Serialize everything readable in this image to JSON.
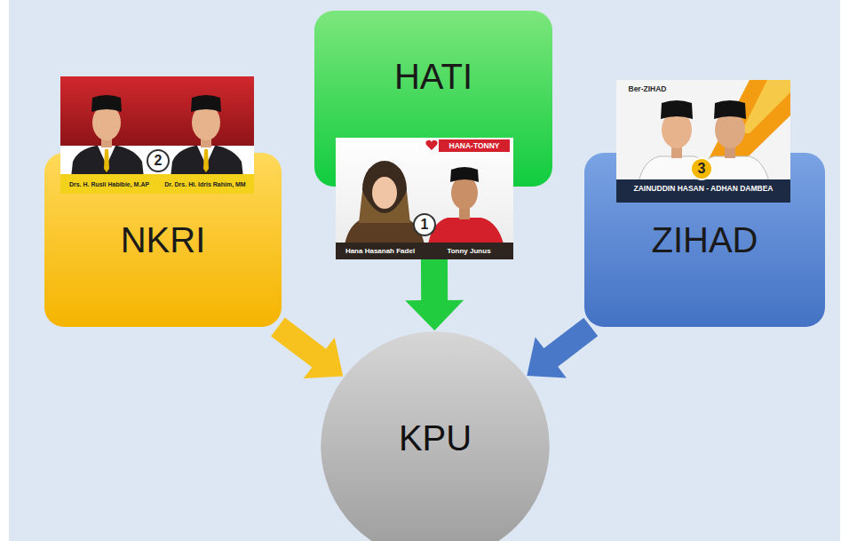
{
  "diagram": {
    "nodes": [
      {
        "text": [
          "NKRI"
        ]
      },
      {
        "text": [
          "HATI"
        ]
      },
      {
        "text": [
          "ZIHAD"
        ]
      },
      {
        "text": [
          "KPU"
        ]
      }
    ],
    "edges": [
      {
        "from": 0,
        "to": 3,
        "arrow": "to"
      },
      {
        "from": 1,
        "to": 3,
        "arrow": "to"
      },
      {
        "from": 2,
        "to": 3,
        "arrow": "to"
      }
    ],
    "labels": [
      "2",
      "Drs. H. Rusli Habibie, M.AP",
      "Dr. Drs. Hi. Idris Rahim, MM",
      "1",
      "HANA-TONNY",
      "Hana Hasanah Fadel",
      "Tonny Junus",
      "Ber-ZIHAD",
      "3",
      "ZAINUDDIN HASAN - ADHAN DAMBEA"
    ]
  }
}
